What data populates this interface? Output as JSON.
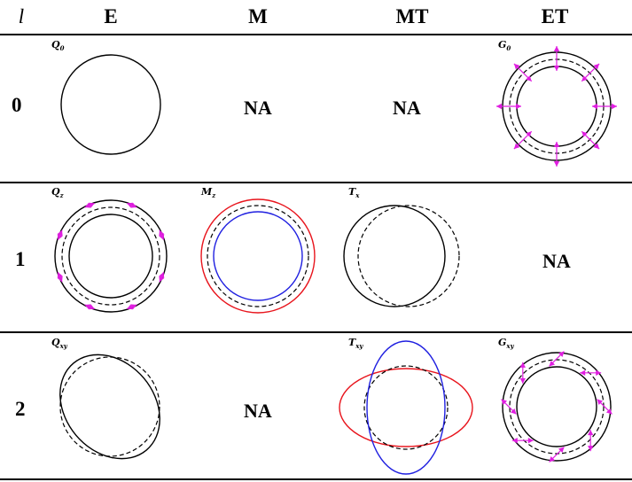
{
  "headers": {
    "l": "l",
    "E": "E",
    "M": "M",
    "MT": "MT",
    "ET": "ET"
  },
  "rows": [
    {
      "l": "0",
      "E_label": {
        "main": "Q",
        "sub": "0"
      },
      "M": "NA",
      "MT": "NA",
      "ET_label": {
        "main": "G",
        "sub": "0"
      }
    },
    {
      "l": "1",
      "E_label": {
        "main": "Q",
        "sub": "z"
      },
      "M_label": {
        "main": "M",
        "sub": "z"
      },
      "MT_label": {
        "main": "T",
        "sub": "x"
      },
      "ET": "NA"
    },
    {
      "l": "2",
      "E_label": {
        "main": "Q",
        "sub": "xy"
      },
      "M": "NA",
      "MT_label": {
        "main": "T",
        "sub": "xy"
      },
      "ET_label": {
        "main": "G",
        "sub": "xy"
      }
    }
  ],
  "colors": {
    "line": "#000000",
    "red": "#e8141c",
    "blue": "#1f1fe0",
    "arrow": "#e01ee0"
  }
}
